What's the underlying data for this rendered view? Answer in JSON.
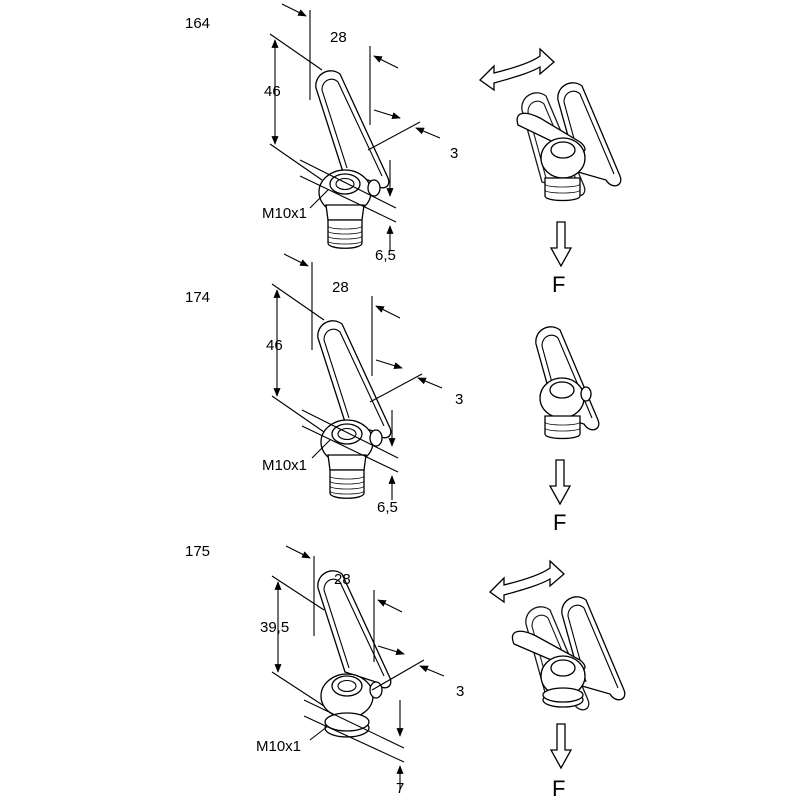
{
  "variants": [
    {
      "id": "164",
      "dim_width": "28",
      "dim_height": "46",
      "dim_wire": "3",
      "dim_thread_len": "6,5",
      "thread": "M10x1",
      "swivel": true,
      "force_label": "F"
    },
    {
      "id": "174",
      "dim_width": "28",
      "dim_height": "46",
      "dim_wire": "3",
      "dim_thread_len": "6,5",
      "thread": "M10x1",
      "swivel": false,
      "force_label": "F"
    },
    {
      "id": "175",
      "dim_width": "28",
      "dim_height": "39,5",
      "dim_wire": "3",
      "dim_thread_len": "7",
      "thread": "M10x1",
      "swivel": true,
      "force_label": "F"
    }
  ]
}
